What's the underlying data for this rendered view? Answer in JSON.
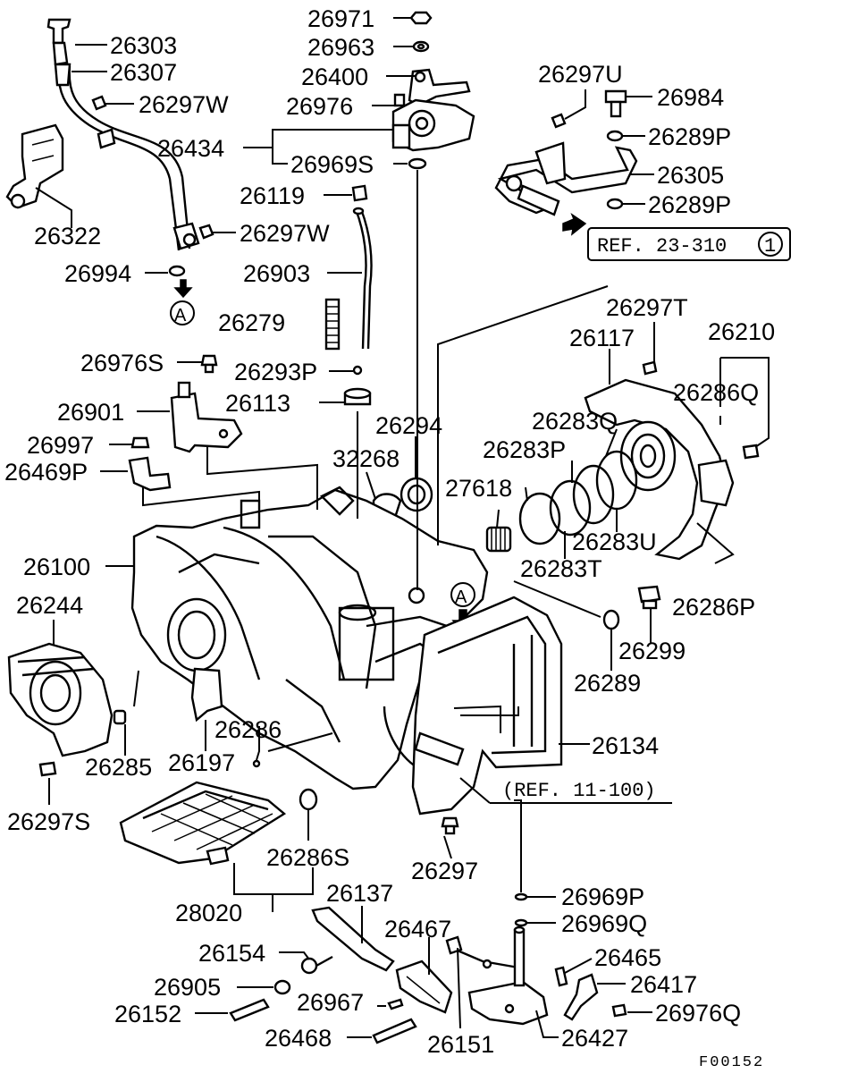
{
  "labels": {
    "p26971": "26971",
    "p26963": "26963",
    "p26400": "26400",
    "p26976": "26976",
    "p26434": "26434",
    "p26969S": "26969S",
    "p26303": "26303",
    "p26307": "26307",
    "p26297W_a": "26297W",
    "p26322": "26322",
    "p26297W_b": "26297W",
    "p26994": "26994",
    "p26119": "26119",
    "p26903": "26903",
    "p26279": "26279",
    "p26976S": "26976S",
    "p26293P": "26293P",
    "p26113": "26113",
    "p26901": "26901",
    "p26997": "26997",
    "p26469P": "26469P",
    "p26294": "26294",
    "p32268": "32268",
    "p26297U": "26297U",
    "p26984": "26984",
    "p26289P_a": "26289P",
    "p26305": "26305",
    "p26289P_b": "26289P",
    "p26297T": "26297T",
    "p26117": "26117",
    "p26210": "26210",
    "p26286Q": "26286Q",
    "p26283Q": "26283Q",
    "p26283P": "26283P",
    "p27618": "27618",
    "p26283U": "26283U",
    "p26283T": "26283T",
    "p26286P": "26286P",
    "p26299": "26299",
    "p26289": "26289",
    "p26100": "26100",
    "p26244": "26244",
    "p26134": "26134",
    "p26286": "26286",
    "p26285": "26285",
    "p26197": "26197",
    "p26297S": "26297S",
    "p26286S": "26286S",
    "p26297": "26297",
    "p28020": "28020",
    "p26969P": "26969P",
    "p26969Q": "26969Q",
    "p26137": "26137",
    "p26467": "26467",
    "p26154": "26154",
    "p26465": "26465",
    "p26417": "26417",
    "p26905": "26905",
    "p26967": "26967",
    "p26976Q": "26976Q",
    "p26152": "26152",
    "p26468": "26468",
    "p26151": "26151",
    "p26427": "26427"
  },
  "refs": {
    "ref_23_310": "REF. 23-310",
    "ref_23_310_circle": "1",
    "ref_11_100": "(REF. 11-100)"
  },
  "markers": {
    "a_top": "A",
    "a_case": "A"
  },
  "code": "F00152"
}
